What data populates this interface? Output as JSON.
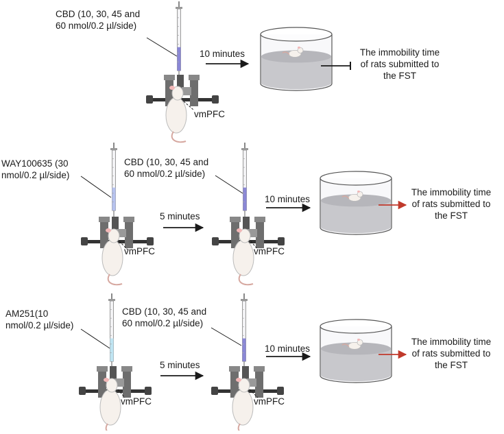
{
  "rows": [
    {
      "pre_drug": null,
      "drug": {
        "lines": [
          "CBD (10, 30, 45 and",
          "60 nmol/0.2 µl/side)"
        ]
      },
      "region": "vmPFC",
      "interval_pre": null,
      "interval_test": "10 minutes",
      "outcome": {
        "lines": [
          "The immobility time",
          "of rats submitted to",
          "the FST"
        ],
        "effect": "inhibits"
      }
    },
    {
      "pre_drug": {
        "lines": [
          "WAY100635 (30",
          "nmol/0.2 µl/side)"
        ]
      },
      "drug": {
        "lines": [
          "CBD (10, 30, 45 and",
          "60 nmol/0.2 µl/side)"
        ]
      },
      "region": "vmPFC",
      "interval_pre": "5 minutes",
      "interval_test": "10 minutes",
      "outcome": {
        "lines": [
          "The immobility time",
          "of rats submitted to",
          "the FST"
        ],
        "effect": "increases"
      }
    },
    {
      "pre_drug": {
        "lines": [
          "AM251(10",
          "nmol/0.2 µl/side)"
        ]
      },
      "drug": {
        "lines": [
          "CBD (10, 30, 45 and",
          "60 nmol/0.2 µl/side)"
        ]
      },
      "region": "vmPFC",
      "interval_pre": "5 minutes",
      "interval_test": "10 minutes",
      "outcome": {
        "lines": [
          "The immobility time",
          "of rats submitted to",
          "the FST"
        ],
        "effect": "increases"
      }
    }
  ],
  "colors": {
    "arrow_black": "#1a1a1a",
    "arrow_red": "#c0392b",
    "syringe_cbd": "#8a87d6",
    "syringe_way": "#b6c2ee",
    "syringe_am": "#bfe4f2",
    "water": "#c8c8cc",
    "stereotaxic": "#6e6e6e"
  }
}
